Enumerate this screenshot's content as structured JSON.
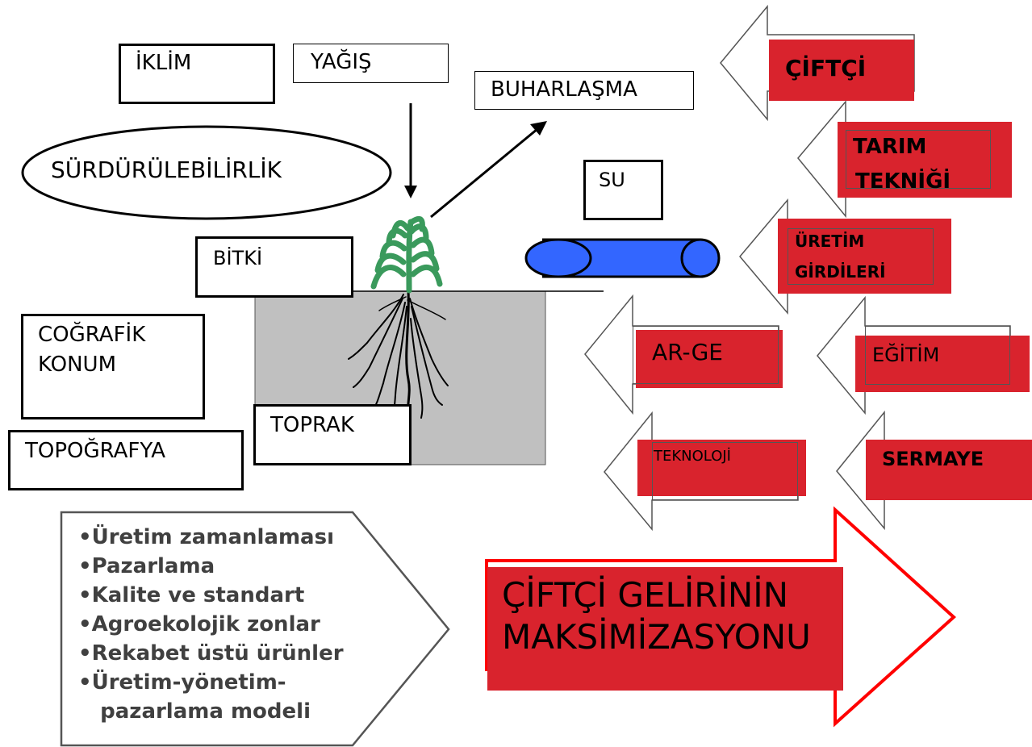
{
  "labels": {
    "iklim": "İKLİM",
    "yagis": "YAĞIŞ",
    "buharlasma": "BUHARLAŞMA",
    "surdurulebilirlik": "SÜRDÜRÜLEBİLİRLİK",
    "su": "SU",
    "bitki": "BİTKİ",
    "cografik_konum": [
      "COĞRAFİK",
      "KONUM"
    ],
    "topografya": "TOPOĞRAFYA",
    "toprak": "TOPRAK"
  },
  "arrows": {
    "ciftci": "ÇİFTÇİ",
    "tarim_teknigi": [
      "TARIM",
      "TEKNİĞİ"
    ],
    "uretim_girdileri": [
      "ÜRETİM",
      "GİRDİLERİ"
    ],
    "arge": "AR-GE",
    "egitim": "EĞİTİM",
    "teknoloji": "TEKNOLOJİ",
    "sermaye": "SERMAYE"
  },
  "list_items": [
    "•Üretim zamanlaması",
    "•Pazarlama",
    "•Kalite ve standart",
    "•Agroekolojik zonlar",
    "•Rekabet üstü ürünler",
    "•Üretim-yönetim-",
    "   pazarlama modeli"
  ],
  "goal": {
    "line1": "ÇİFTÇİ GELİRİNİN",
    "line2": "MAKSİMİZASYONU"
  },
  "colors": {
    "red": "#d9232d",
    "big_arrow_outline": "#ff0000",
    "soil": "#c0c0c0",
    "plant": "#3a9a5c",
    "water_pipe": "#3366ff"
  }
}
